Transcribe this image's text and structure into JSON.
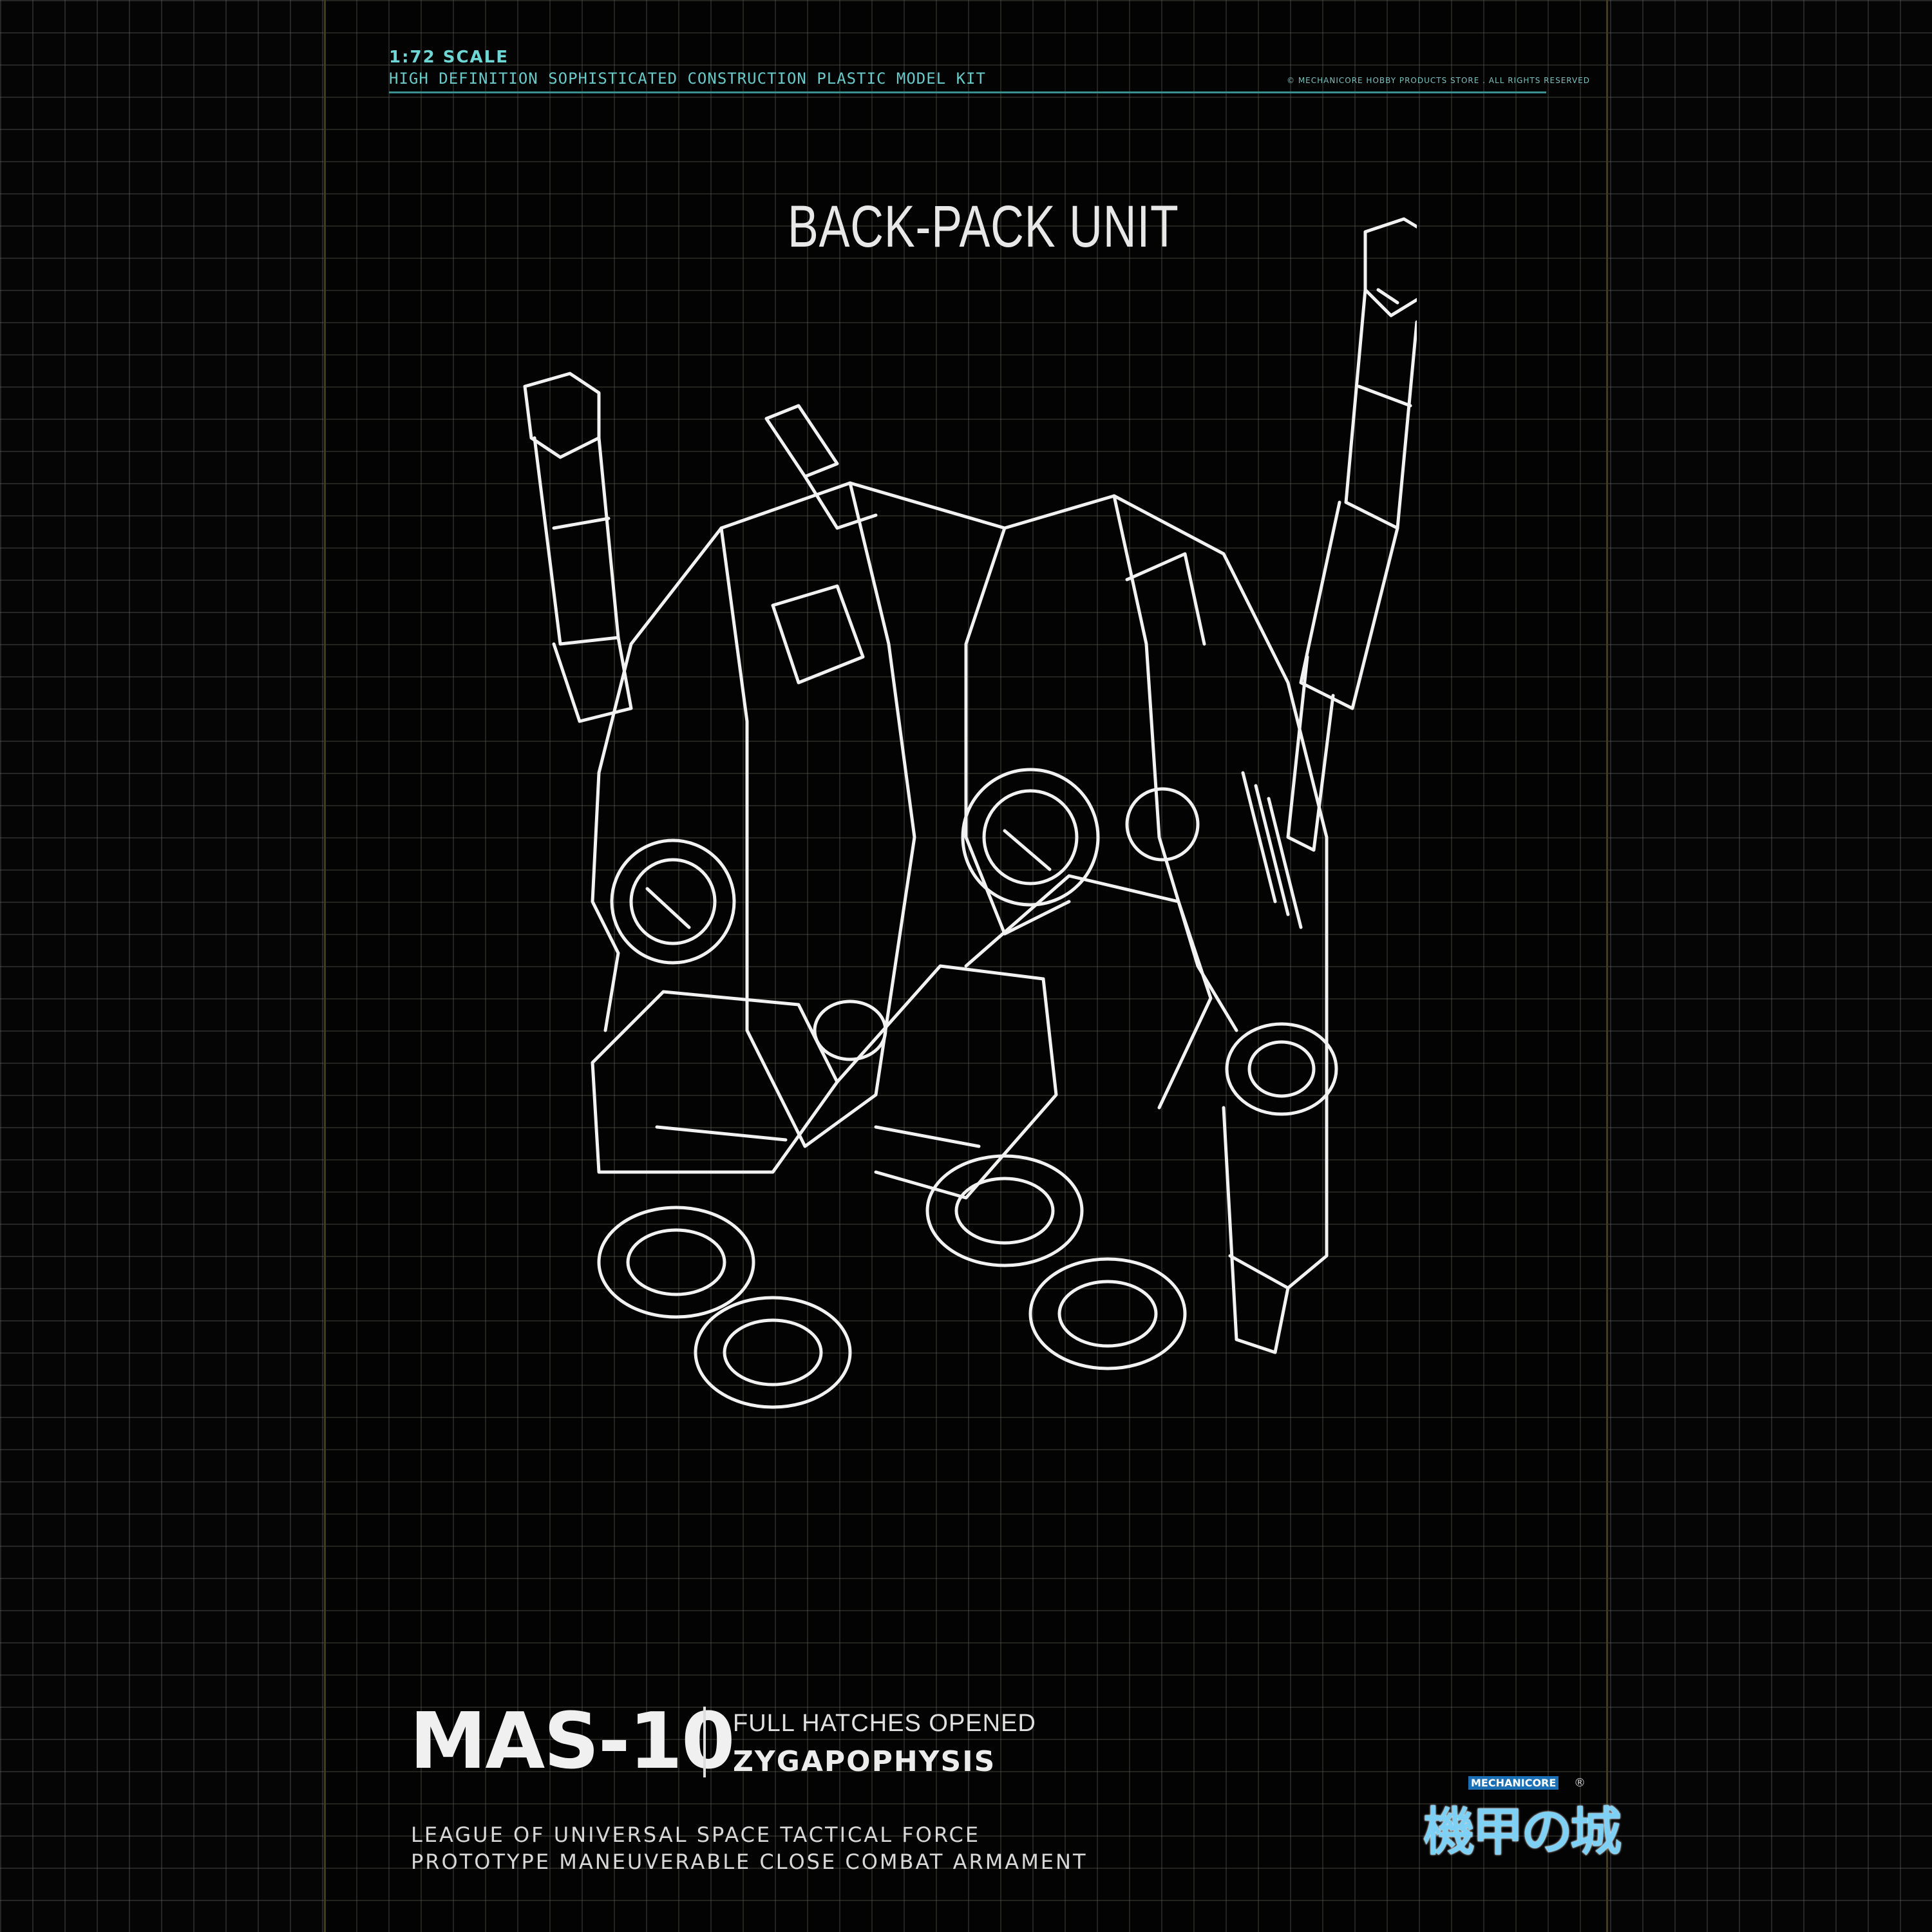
{
  "header": {
    "scale": "1:72 SCALE",
    "subtitle": "HIGH DEFINITION SOPHISTICATED CONSTRUCTION PLASTIC MODEL KIT",
    "copyright": "© MECHANICORE HOBBY PRODUCTS STORE . ALL RIGHTS RESERVED",
    "accent_color": "#6fd6d6"
  },
  "title": "BACK-PACK UNIT",
  "footer": {
    "model_code": "MAS-10",
    "state": "FULL HATCHES OPENED",
    "model_name": "ZYGAPOPHYSIS",
    "line1": "LEAGUE OF UNIVERSAL SPACE TACTICAL FORCE",
    "line2": "PROTOTYPE MANEUVERABLE CLOSE COMBAT ARMAMENT"
  },
  "logo": {
    "chinese": "機甲の城",
    "english": "MECHANICORE",
    "registered": "®",
    "color": "#7fd0f5"
  },
  "drawing": {
    "line_color": "#f2f2f2",
    "icon": "backpack-lineart"
  }
}
